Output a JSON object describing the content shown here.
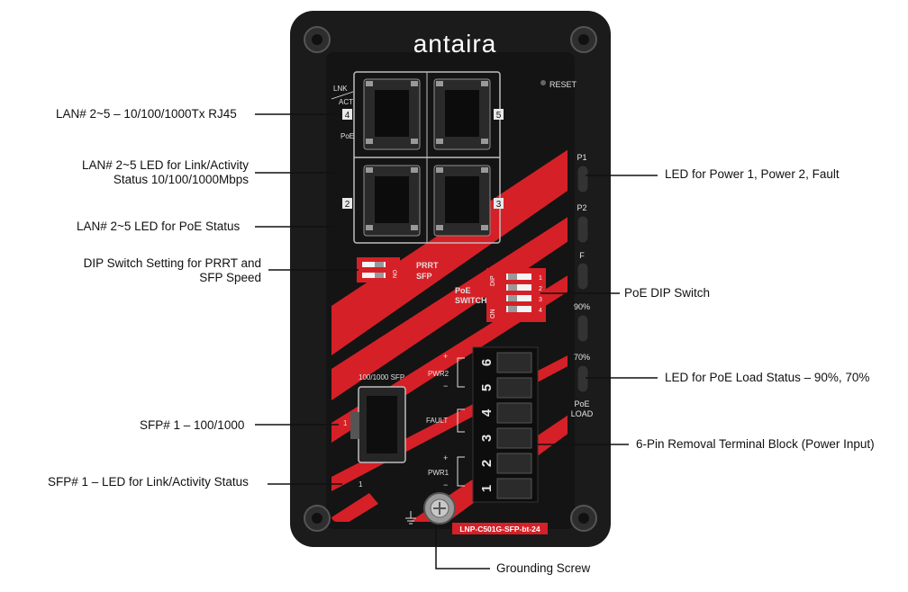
{
  "device": {
    "brand": "antaira",
    "reset_label": "RESET",
    "model_label": "LNP-C501G-SFP-bt-24",
    "port_numbers": [
      "4",
      "5",
      "2",
      "3"
    ],
    "lnk_label": "LNK",
    "act_label": "ACT",
    "poe_label": "PoE",
    "sfp_label": "100/1000 SFP",
    "sfp_port_number": "1",
    "sfp_led_number": "1",
    "dip_left_label": [
      "PRRT",
      "SFP"
    ],
    "dip_left_on": "ON",
    "dip_right_label": [
      "PoE",
      "SWITCH"
    ],
    "dip_right_top": "DIP",
    "dip_right_on": "ON",
    "dip_right_numbers": [
      "1",
      "2",
      "3",
      "4"
    ],
    "led_labels": [
      "P1",
      "P2",
      "F",
      "90%",
      "70%",
      "PoE",
      "LOAD"
    ],
    "terminal_numbers": [
      "6",
      "5",
      "4",
      "3",
      "2",
      "1"
    ],
    "terminal_labels": [
      "PWR2",
      "FAULT",
      "PWR1"
    ],
    "plus": "+",
    "minus": "−",
    "colors": {
      "body": "#1a1a1a",
      "side": "#6e6e6e",
      "accent": "#d62027"
    }
  },
  "callouts": {
    "lan_rj45": "LAN# 2~5 – 10/100/1000Tx RJ45",
    "lan_led_link_1": "LAN# 2~5 LED for Link/Activity",
    "lan_led_link_2": "Status 10/100/1000Mbps",
    "lan_led_poe": "LAN# 2~5 LED for PoE Status",
    "dip_setting_1": "DIP Switch Setting for PRRT and",
    "dip_setting_2": "SFP Speed",
    "sfp_port": "SFP# 1 – 100/1000",
    "sfp_led": "SFP# 1 – LED for Link/Activity Status",
    "led_power": "LED for Power 1, Power 2, Fault",
    "poe_dip": "PoE DIP Switch",
    "led_poe_load": "LED for PoE Load Status – 90%, 70%",
    "terminal_block": "6-Pin Removal Terminal Block (Power Input)",
    "grounding": "Grounding Screw"
  }
}
